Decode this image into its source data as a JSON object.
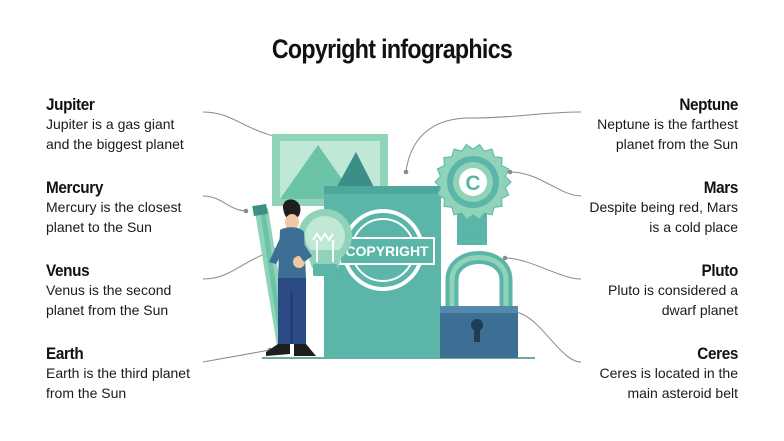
{
  "title": "Copyright infographics",
  "items_left": [
    {
      "heading": "Jupiter",
      "text_line1": "Jupiter is a gas giant",
      "text_line2": "and the biggest planet"
    },
    {
      "heading": "Mercury",
      "text_line1": "Mercury is the closest",
      "text_line2": "planet to the Sun"
    },
    {
      "heading": "Venus",
      "text_line1": "Venus is the second",
      "text_line2": "planet from the Sun"
    },
    {
      "heading": "Earth",
      "text_line1": "Earth is the third planet",
      "text_line2": "from the Sun"
    }
  ],
  "items_right": [
    {
      "heading": "Neptune",
      "text_line1": "Neptune is the farthest",
      "text_line2": "planet from the Sun"
    },
    {
      "heading": "Mars",
      "text_line1": "Despite being red, Mars",
      "text_line2": "is a cold place"
    },
    {
      "heading": "Pluto",
      "text_line1": "Pluto is considered a",
      "text_line2": "dwarf planet"
    },
    {
      "heading": "Ceres",
      "text_line1": "Ceres is located in the",
      "text_line2": "main asteroid belt"
    }
  ],
  "illustration": {
    "stamp_label": "COPYRIGHT",
    "badge_symbol": "C",
    "icons": [
      "picture-frame-icon",
      "document-icon",
      "copyright-stamp-icon",
      "copyright-badge-icon",
      "padlock-icon",
      "pencil-icon",
      "lightbulb-icon",
      "person-figure"
    ]
  },
  "colors": {
    "teal": "#5bb5a9",
    "teal_dark": "#3c8f86",
    "mint": "#8fd3b8",
    "mint_light": "#bfe8d7",
    "navy": "#2f4f6e",
    "connector": "#8a8a8a"
  }
}
